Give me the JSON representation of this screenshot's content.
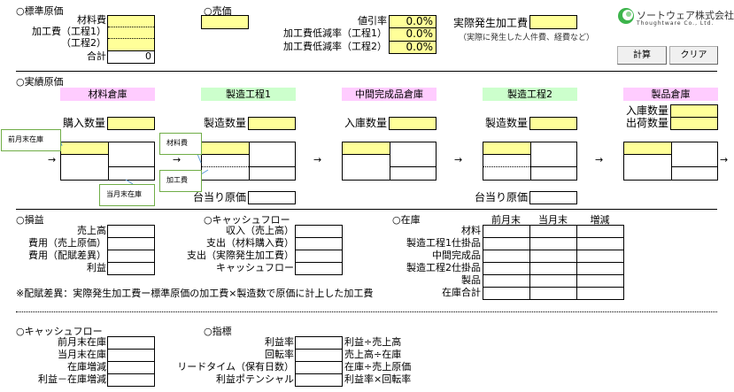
{
  "standard_cost": {
    "title": "○標準原価",
    "rows": [
      "材料費",
      "加工費（工程1）",
      "（工程2）",
      "合計"
    ],
    "total_value": "0"
  },
  "price": {
    "title": "○売価"
  },
  "rates": {
    "rows": [
      {
        "label": "値引率",
        "value": "0.0%"
      },
      {
        "label": "加工費低減率（工程1）",
        "value": "0.0%"
      },
      {
        "label": "加工費低減率（工程2）",
        "value": "0.0%"
      }
    ]
  },
  "actual_processing": {
    "label": "実際発生加工費",
    "note": "（実際に発生した人件費、経費など）"
  },
  "logo": {
    "name": "ソートウェア株式会社",
    "sub": "Thoughtware Co., Ltd."
  },
  "buttons": {
    "calc": "計算",
    "clear": "クリア"
  },
  "actual_cost": {
    "title": "○実績原価",
    "stages": [
      "材料倉庫",
      "製造工程1",
      "中間完成品倉庫",
      "製造工程2",
      "製品倉庫"
    ],
    "purchase_qty": "購入数量",
    "mfg_qty": "製造数量",
    "in_qty": "入庫数量",
    "in_qty2": "入庫数量",
    "out_qty": "出荷数量",
    "mfg_qty2": "製造数量",
    "unit_cost": "台当り原価",
    "unit_cost2": "台当り原価",
    "arrow": "→",
    "callouts": {
      "prev_stock": "前月末在庫",
      "curr_stock": "当月末在庫",
      "material": "材料費",
      "processing": "加工費"
    }
  },
  "pl": {
    "title": "○損益",
    "rows": [
      "売上高",
      "費用（売上原価）",
      "費用（配賦差異）",
      "利益"
    ]
  },
  "cashflow": {
    "title": "○キャッシュフロー",
    "rows": [
      "収入（売上高）",
      "支出（材料購入費）",
      "支出（実際発生加工費）",
      "キャッシュフロー"
    ]
  },
  "inventory": {
    "title": "○在庫",
    "columns": [
      "前月末",
      "当月末",
      "増減"
    ],
    "rows": [
      "材料",
      "製造工程1仕掛品",
      "中間完成品",
      "製造工程2仕掛品",
      "製品",
      "在庫合計"
    ]
  },
  "note": "※配賦差異：実際発生加工費ー標準原価の加工費×製造数で原価に計上した加工費",
  "cashflow2": {
    "title": "○キャッシュフロー",
    "rows": [
      "前月末在庫",
      "当月末在庫",
      "在庫増減",
      "利益－在庫増減"
    ]
  },
  "indicators": {
    "title": "○指標",
    "rows": [
      {
        "label": "利益率",
        "formula": "利益÷売上高"
      },
      {
        "label": "回転率",
        "formula": "売上高÷在庫"
      },
      {
        "label": "リードタイム（保有日数）",
        "formula": "在庫÷売上原価"
      },
      {
        "label": "利益ポテンシャル",
        "formula": "利益率×回転率"
      }
    ]
  }
}
